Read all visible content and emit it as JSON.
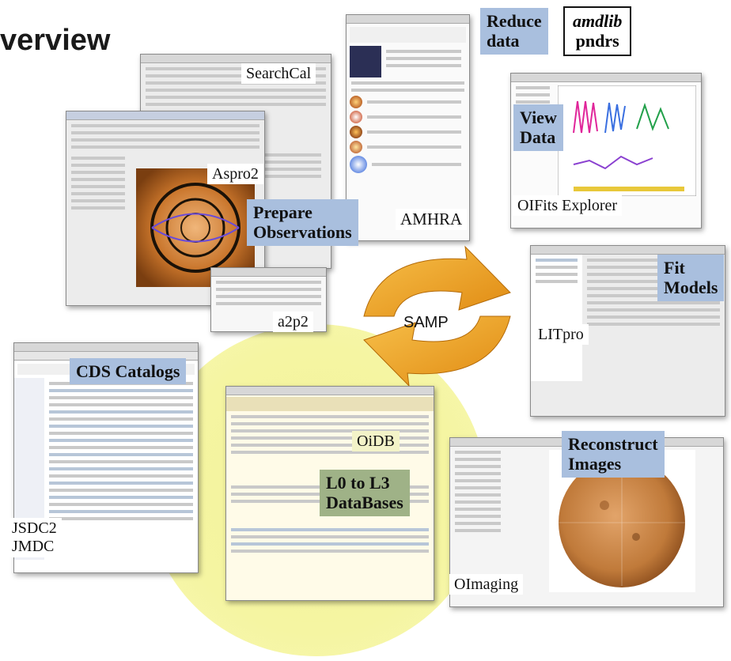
{
  "title": "verview",
  "center": {
    "label": "SAMP"
  },
  "tools": {
    "searchcal": "SearchCal",
    "aspro2": "Aspro2",
    "a2p2": "a2p2",
    "amhra": "AMHRA",
    "amdlib": "amdlib",
    "pndrs": "pndrs",
    "oifits_explorer": "OIFits Explorer",
    "litpro": "LITpro",
    "oidb": "OiDB",
    "oimaging": "OImaging",
    "jsdc2": "JSDC2",
    "jmdc": "JMDC"
  },
  "tasks": {
    "prepare_line1": "Prepare",
    "prepare_line2": "Observations",
    "reduce_line1": "Reduce",
    "reduce_line2": "data",
    "view_line1": "View",
    "view_line2": "Data",
    "fit_line1": "Fit",
    "fit_line2": "Models",
    "cds": "CDS Catalogs",
    "reconstruct_line1": "Reconstruct",
    "reconstruct_line2": "Images",
    "databases_line1": "L0 to L3",
    "databases_line2": "DataBases"
  },
  "colors": {
    "task_blue": "#a9bfde",
    "task_green": "#9fb287",
    "samp_arrow": "#f2a51a",
    "highlight_blob": "#f5f5a2"
  }
}
